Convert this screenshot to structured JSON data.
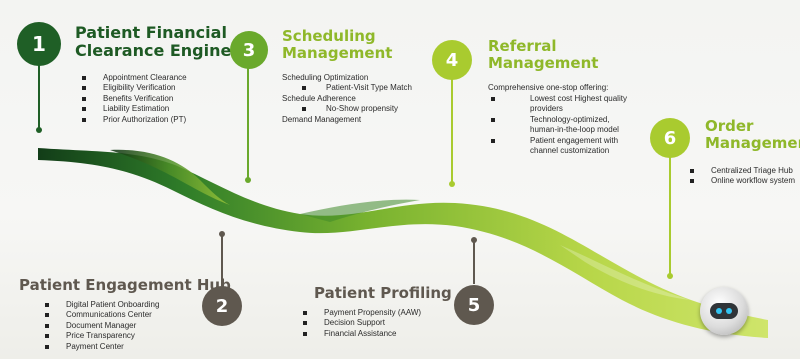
{
  "steps": [
    {
      "number": "1",
      "title_line1": "Patient Financial",
      "title_line2": "Clearance Engine",
      "items": [
        "Appointment Clearance",
        "Eligibility Verification",
        "Benefits Verification",
        "Liability Estimation",
        "Prior Authorization (PT)"
      ]
    },
    {
      "number": "2",
      "title": "Patient Engagement Hub",
      "items": [
        "Digital Patient Onboarding",
        "Communications Center",
        "Document Manager",
        "Price Transparency",
        "Payment Center"
      ]
    },
    {
      "number": "3",
      "title_line1": "Scheduling",
      "title_line2": "Management",
      "lines": {
        "l1": "Scheduling Optimization",
        "l2": "Patient-Visit Type Match",
        "l3": "Schedule Adherence",
        "l4": "No-Show propensity",
        "l5": "Demand Management"
      }
    },
    {
      "number": "4",
      "title_line1": "Referral",
      "title_line2": "Management",
      "intro": "Comprehensive one-stop offering:",
      "items": [
        [
          "Lowest cost Highest quality",
          "providers"
        ],
        [
          "Technology-optimized,",
          "human-in-the-loop model"
        ],
        [
          "Patient engagement with",
          "channel customization"
        ]
      ]
    },
    {
      "number": "5",
      "title": "Patient Profiling",
      "items": [
        "Payment Propensity (AAW)",
        "Decision Support",
        "Financial Assistance"
      ]
    },
    {
      "number": "6",
      "title_line1": "Order",
      "title_line2": "Management",
      "items": [
        "Centralized Triage Hub",
        "Online workflow system"
      ]
    }
  ],
  "colors": {
    "dark_green": "#1f5f26",
    "mid_green": "#6aa92c",
    "lime": "#a9cb2f",
    "brown_gray": "#5f584f",
    "title_dark_green": "#1e5a24",
    "title_lime": "#8fb82a"
  },
  "icons": {
    "robot": "robot-icon"
  }
}
